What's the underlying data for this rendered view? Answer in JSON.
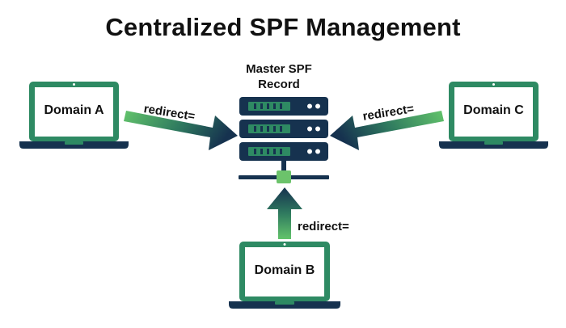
{
  "title": "Centralized SPF Management",
  "master": {
    "label_line1": "Master SPF",
    "label_line2": "Record"
  },
  "domains": {
    "a": {
      "label": "Domain A"
    },
    "b": {
      "label": "Domain B"
    },
    "c": {
      "label": "Domain C"
    }
  },
  "arrows": {
    "a": {
      "label": "redirect="
    },
    "b": {
      "label": "redirect="
    },
    "c": {
      "label": "redirect="
    }
  },
  "colors": {
    "laptop_green": "#2e8a63",
    "laptop_navy": "#16324f",
    "server_green": "#2e8a63",
    "server_navy": "#16324f",
    "led_white": "#ffffff",
    "connector_green": "#6cc36b",
    "arrow_navy": "#16324f",
    "arrow_gradient_start": "#63c46b"
  }
}
